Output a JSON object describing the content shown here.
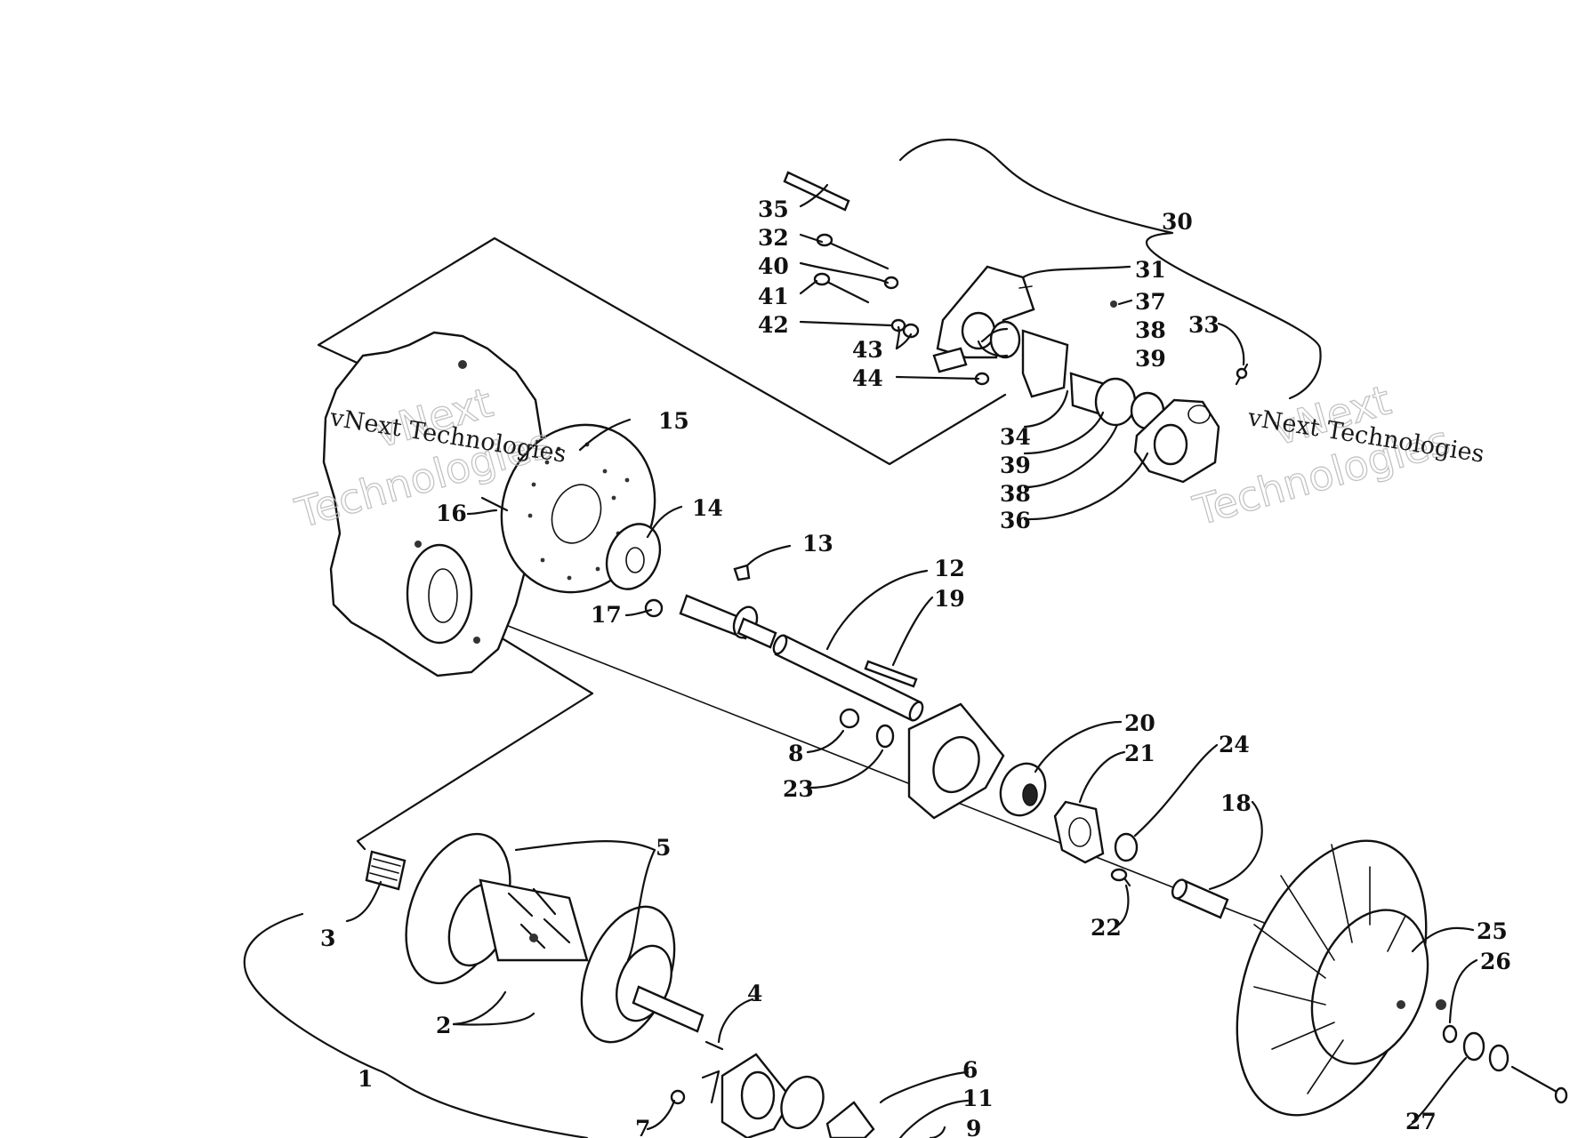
{
  "watermark": {
    "outline_line1": "vNext",
    "outline_line2": "Technologies",
    "caption": "vNext Technologies"
  },
  "callouts": [
    "1",
    "2",
    "3",
    "4",
    "5",
    "6",
    "7",
    "8",
    "9",
    "11",
    "12",
    "13",
    "14",
    "15",
    "16",
    "17",
    "18",
    "19",
    "20",
    "21",
    "22",
    "23",
    "24",
    "25",
    "26",
    "27",
    "30",
    "31",
    "32",
    "33",
    "34",
    "35",
    "36",
    "37",
    "38",
    "39",
    "39",
    "38",
    "40",
    "41",
    "42",
    "43",
    "44"
  ]
}
